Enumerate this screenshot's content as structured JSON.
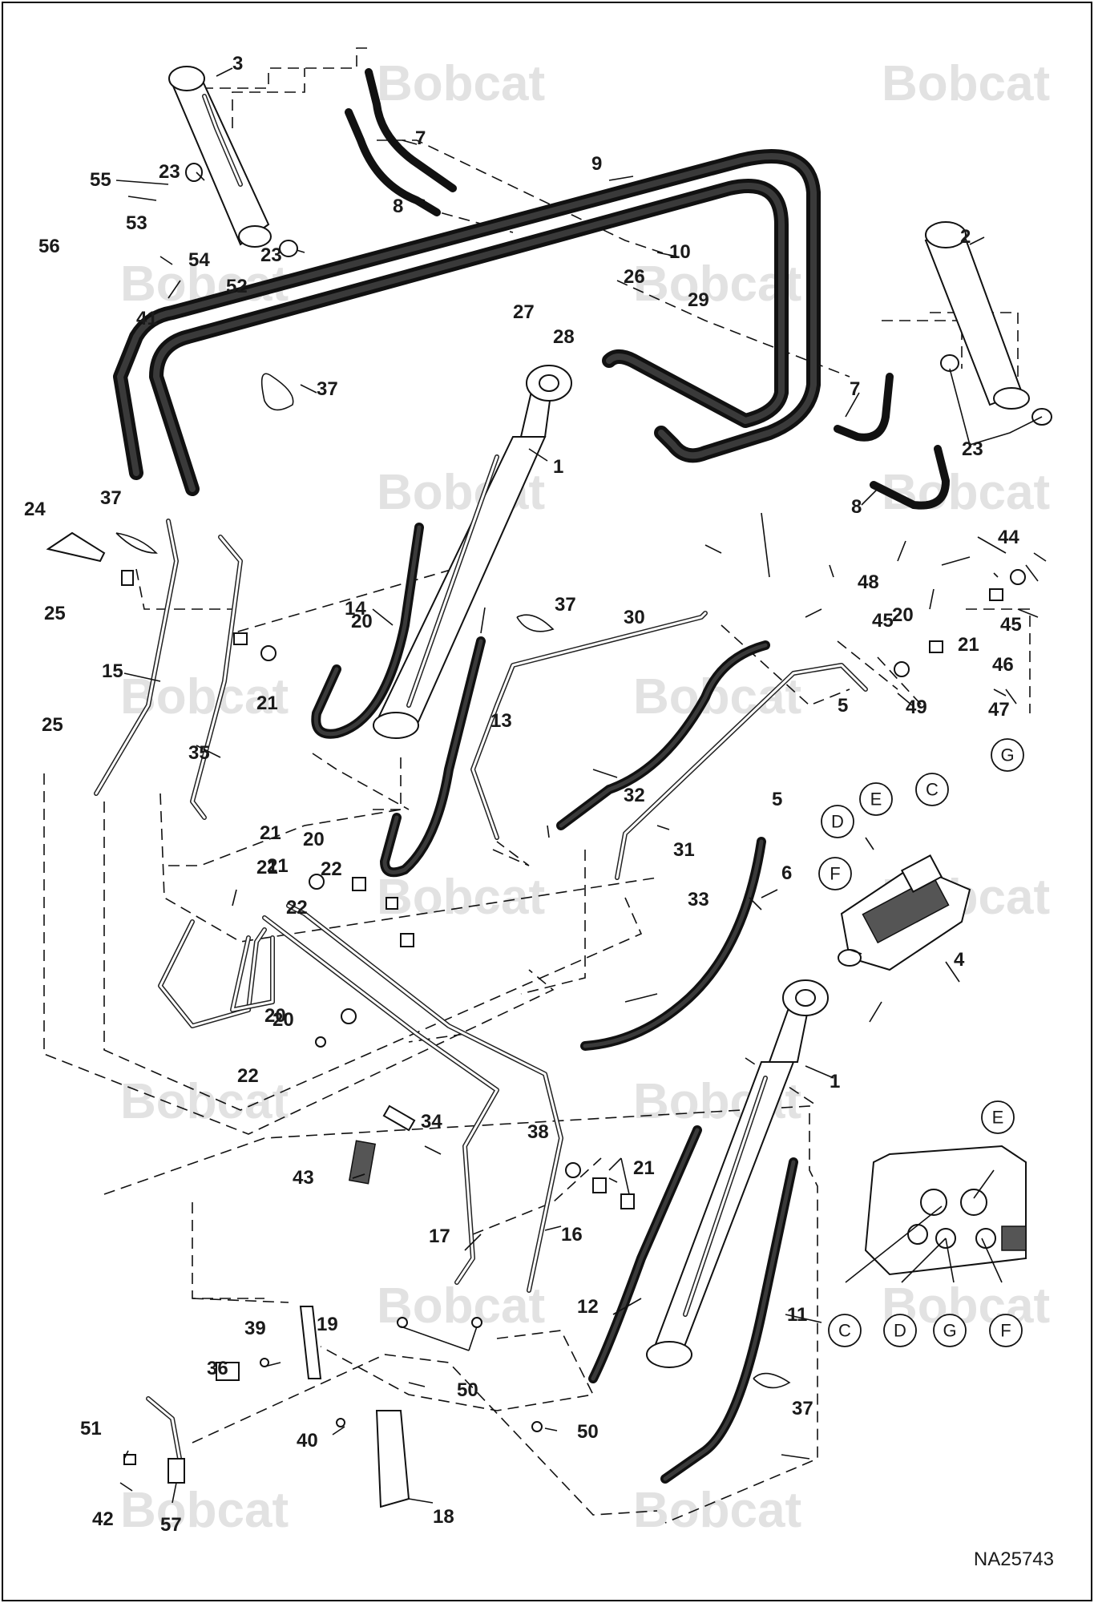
{
  "drawing_ref": "NA25743",
  "watermark": "Bobcat",
  "callouts": [
    "1",
    "1",
    "2",
    "3",
    "4",
    "5",
    "5",
    "6",
    "7",
    "7",
    "8",
    "8",
    "9",
    "10",
    "11",
    "12",
    "13",
    "14",
    "15",
    "16",
    "17",
    "18",
    "19",
    "20",
    "20",
    "20",
    "20",
    "20",
    "21",
    "21",
    "21",
    "21",
    "21",
    "21",
    "22",
    "22",
    "22",
    "23",
    "23",
    "23",
    "24",
    "25",
    "25",
    "26",
    "27",
    "28",
    "29",
    "30",
    "31",
    "32",
    "33",
    "34",
    "35",
    "36",
    "37",
    "37",
    "37",
    "37",
    "38",
    "39",
    "40",
    "41",
    "42",
    "43",
    "44",
    "45",
    "45",
    "46",
    "47",
    "48",
    "49",
    "50",
    "50",
    "51",
    "52",
    "53",
    "54",
    "55",
    "56",
    "57"
  ],
  "port_labels": [
    "C",
    "C",
    "D",
    "D",
    "E",
    "E",
    "F",
    "F",
    "G",
    "G"
  ]
}
